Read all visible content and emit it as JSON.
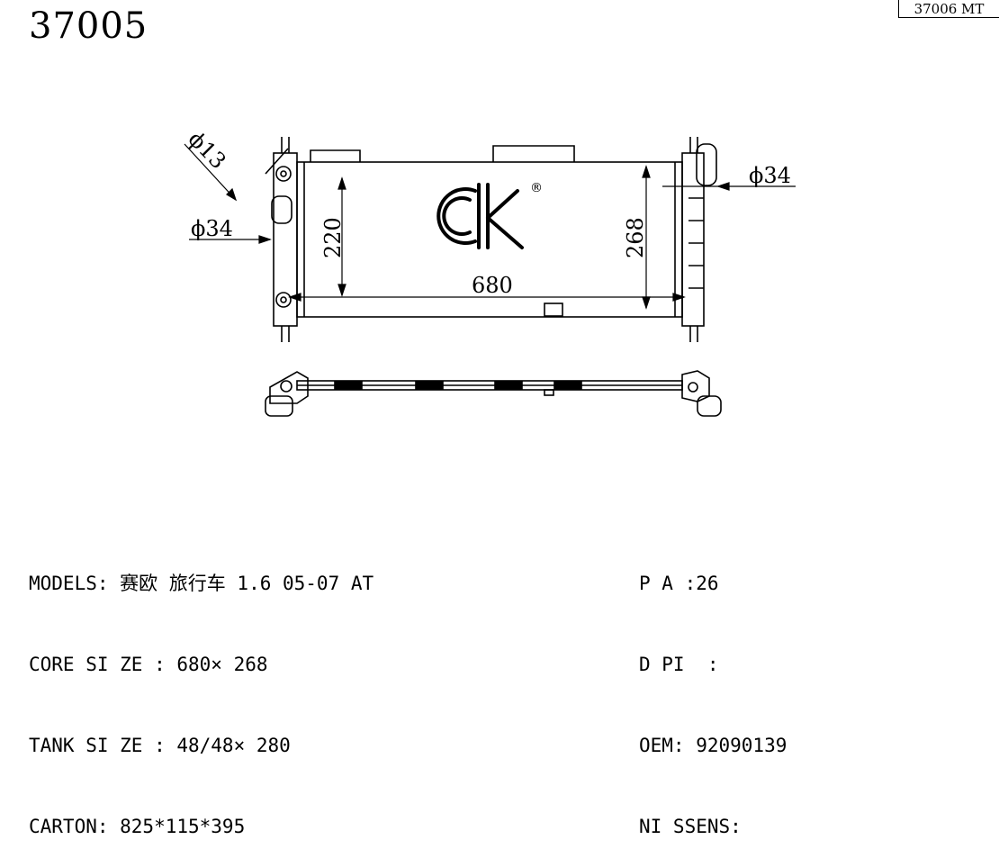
{
  "header": {
    "part_number": "37005",
    "alt_part": "37006 MT"
  },
  "drawing": {
    "logo_text": "ck",
    "registered_mark": "®",
    "dims": {
      "pipe_left_small": "ϕ13",
      "pipe_left_large": "ϕ34",
      "pipe_right": "ϕ34",
      "core_height_inner": "220",
      "core_height": "268",
      "core_width": "680"
    }
  },
  "specs": {
    "models": "MODELS: 赛欧 旅行车 1.6 05-07 AT",
    "core_size": "CORE SI ZE : 680× 268",
    "tank_size": "TANK SI ZE : 48/48× 280",
    "carton": "CARTON: 825*115*395",
    "pa": "P A :26",
    "dpi": "D PI  :",
    "oem": "OEM: 92090139",
    "nissens": "NI SSENS:"
  }
}
